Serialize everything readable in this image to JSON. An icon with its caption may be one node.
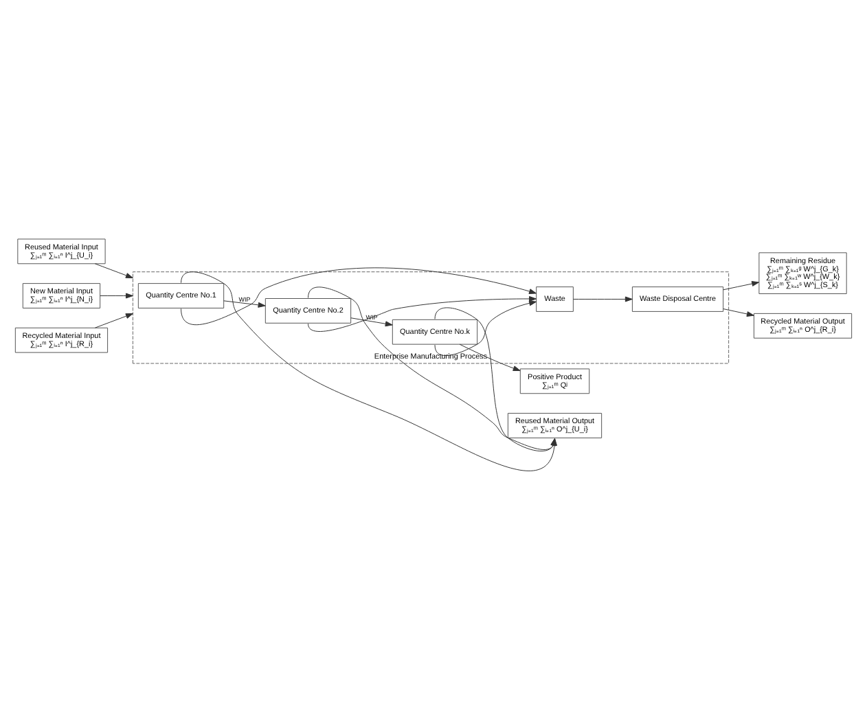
{
  "diagram": {
    "nodes": [
      {
        "text": [
          "Enterprise Manufacturing Process"
        ]
      },
      {
        "text": [
          "Reused Material Output",
          "∑ⱼ₌₁ᵐ ∑ᵢ₌₁ⁿ O^j_{U_i}"
        ]
      },
      {
        "text": [
          "Reused Material Input",
          "∑ⱼ₌₁ᵐ ∑ᵢ₌₁ⁿ I^j_{U_i}"
        ]
      },
      {
        "text": [
          "New Material Input",
          "∑ⱼ₌₁ᵐ ∑ᵢ₌₁ⁿ I^j_{N_i}"
        ]
      },
      {
        "text": [
          "Recycled Material Input",
          "∑ⱼ₌₁ᵐ ∑ᵢ₌₁ⁿ I^j_{R_i}"
        ]
      },
      {
        "text": [
          "Quantity Centre No.1"
        ],
        "in": 0
      },
      {
        "text": [
          "Quantity Centre No.2"
        ],
        "in": 0
      },
      {
        "text": [
          "Quantity Centre No.k"
        ],
        "in": 0
      },
      {
        "text": [
          "Positive Product",
          "∑ⱼ₌₁ᵐ Qʲ"
        ]
      },
      {
        "text": [
          "Waste"
        ],
        "in": 0
      },
      {
        "text": [
          "Waste Disposal Centre"
        ],
        "in": 0
      },
      {
        "text": [
          "Remaining Residue",
          "∑ⱼ₌₁ᵐ ∑ₖ₌₁ᵍ W^j_{G_k}",
          "∑ⱼ₌₁ᵐ ∑ₖ₌₁ʷ W^j_{W_k}",
          "∑ⱼ₌₁ᵐ ∑ₖ₌₁ˢ W^j_{S_k}"
        ]
      },
      {
        "text": [
          "Recycled Material Output",
          "∑ⱼ₌₁ᵐ ∑ᵢ₌₁ⁿ O^j_{R_i}"
        ]
      }
    ],
    "edges": [
      {
        "from": 2,
        "to": 0,
        "arrow": "to"
      },
      {
        "from": 3,
        "to": 0,
        "arrow": "to"
      },
      {
        "from": 4,
        "to": 0,
        "arrow": "to"
      },
      {
        "from": 5,
        "to": 6,
        "arrow": "to",
        "label": "WIP"
      },
      {
        "from": 6,
        "to": 7,
        "arrow": "to",
        "label": "WIP"
      },
      {
        "from": 5,
        "to": 1,
        "arrow": "to"
      },
      {
        "from": 6,
        "to": 1,
        "arrow": "to"
      },
      {
        "from": 7,
        "to": 1,
        "arrow": "to"
      },
      {
        "from": 5,
        "to": 9,
        "arrow": "to"
      },
      {
        "from": 6,
        "to": 9,
        "arrow": "to"
      },
      {
        "from": 7,
        "to": 9,
        "arrow": "to"
      },
      {
        "from": 7,
        "to": 8,
        "arrow": "to"
      },
      {
        "from": 9,
        "to": 10,
        "arrow": "to"
      },
      {
        "from": 10,
        "to": 11,
        "arrow": "to"
      },
      {
        "from": 10,
        "to": 12,
        "arrow": "to"
      }
    ]
  }
}
